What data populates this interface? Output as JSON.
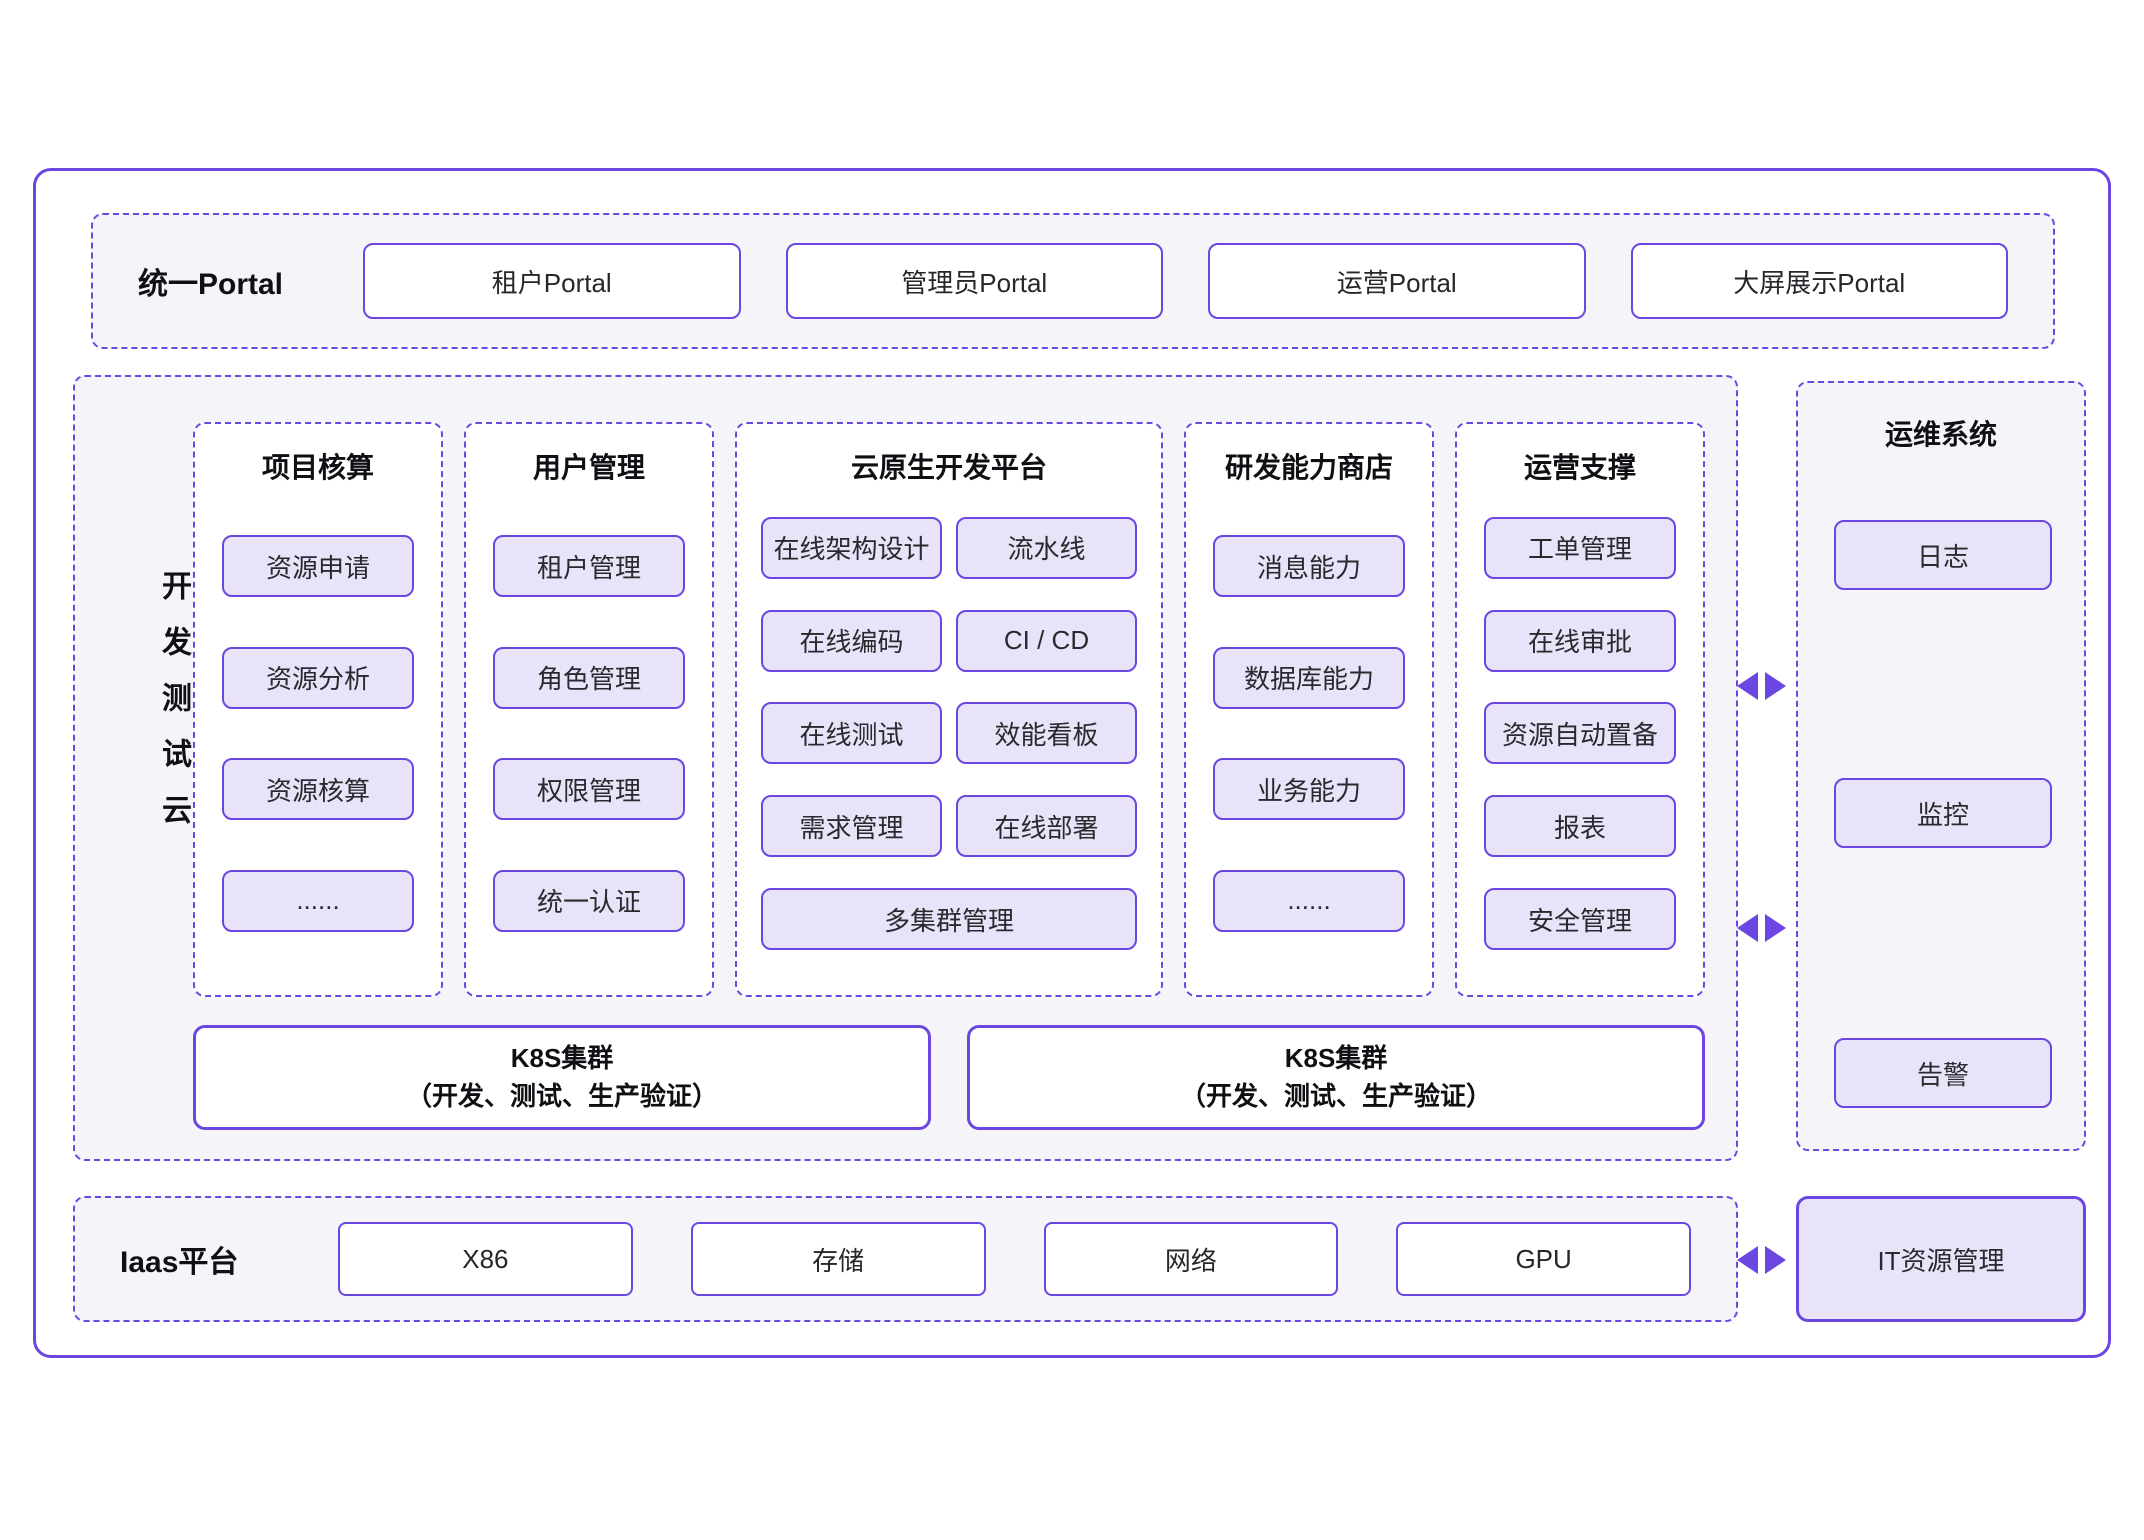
{
  "colors": {
    "accent": "#6B46E0",
    "chip_fill": "#E8E3F8",
    "panel_bg": "#F5F5F9"
  },
  "portal_row": {
    "label": "统一Portal",
    "items": [
      "租户Portal",
      "管理员Portal",
      "运营Portal",
      "大屏展示Portal"
    ]
  },
  "dev_cloud": {
    "label": "开发测试云",
    "columns": [
      {
        "title": "项目核算",
        "items": [
          "资源申请",
          "资源分析",
          "资源核算",
          "......"
        ]
      },
      {
        "title": "用户管理",
        "items": [
          "租户管理",
          "角色管理",
          "权限管理",
          "统一认证"
        ]
      },
      {
        "title": "云原生开发平台",
        "grid_items": [
          "在线架构设计",
          "流水线",
          "在线编码",
          "CI / CD",
          "在线测试",
          "效能看板",
          "需求管理",
          "在线部署"
        ],
        "wide_item": "多集群管理"
      },
      {
        "title": "研发能力商店",
        "items": [
          "消息能力",
          "数据库能力",
          "业务能力",
          "......"
        ]
      },
      {
        "title": "运营支撑",
        "items": [
          "工单管理",
          "在线审批",
          "资源自动置备",
          "报表",
          "安全管理"
        ]
      }
    ],
    "k8s_clusters": [
      {
        "title": "K8S集群",
        "subtitle": "（开发、测试、生产验证）"
      },
      {
        "title": "K8S集群",
        "subtitle": "（开发、测试、生产验证）"
      }
    ]
  },
  "ops_system": {
    "title": "运维系统",
    "items": [
      "日志",
      "监控",
      "告警"
    ]
  },
  "iaas": {
    "label": "Iaas平台",
    "items": [
      "X86",
      "存储",
      "网络",
      "GPU"
    ]
  },
  "it_resource": {
    "label": "IT资源管理"
  }
}
